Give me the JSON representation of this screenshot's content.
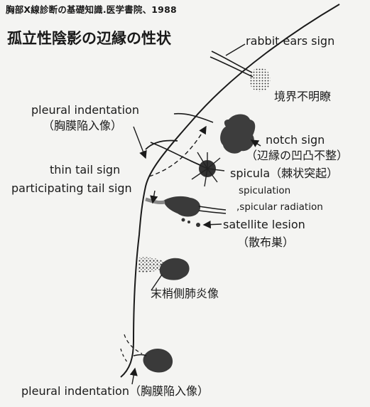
{
  "source": "胸部X線診断の基礎知識.医学書院、1988",
  "title": "孤立性陰影の辺縁の性状",
  "labels": {
    "rabbit_ears": "rabbit ears sign",
    "ill_defined": "境界不明瞭",
    "pleural_top": "pleural indentation",
    "pleural_top_jp": "（胸膜陥入像）",
    "notch": "notch sign",
    "notch_jp": "（辺縁の凹凸不整）",
    "thin_tail": "thin tail sign",
    "spicula": "spicula（棘状突起）",
    "participating_tail": "participating tail sign",
    "spiculation": "spiculation",
    "spicular_radiation": ",spicular radiation",
    "satellite": "satellite lesion",
    "satellite_jp": "（散布巣）",
    "peripheral_pneumonia": "末梢側肺炎像",
    "pleural_bottom": "pleural indentation（胸膜陥入像）"
  }
}
